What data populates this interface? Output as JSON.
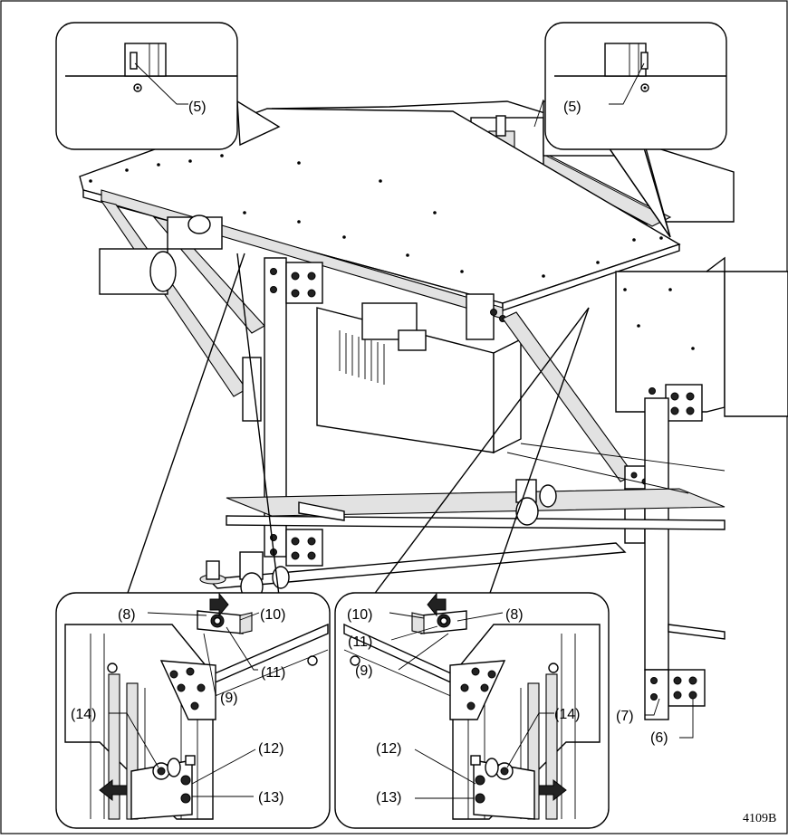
{
  "figure_code": "4109B",
  "callouts": [
    {
      "id": "c5-left",
      "text": "(5)"
    },
    {
      "id": "c5-right",
      "text": "(5)"
    },
    {
      "id": "c8-left",
      "text": "(8)"
    },
    {
      "id": "c10-left",
      "text": "(10)"
    },
    {
      "id": "c11-left",
      "text": "(11)"
    },
    {
      "id": "c9-left",
      "text": "(9)"
    },
    {
      "id": "c14-left",
      "text": "(14)"
    },
    {
      "id": "c12-left",
      "text": "(12)"
    },
    {
      "id": "c13-left",
      "text": "(13)"
    },
    {
      "id": "c10-right",
      "text": "(10)"
    },
    {
      "id": "c8-right",
      "text": "(8)"
    },
    {
      "id": "c11-right",
      "text": "(11)"
    },
    {
      "id": "c9-right",
      "text": "(9)"
    },
    {
      "id": "c14-right",
      "text": "(14)"
    },
    {
      "id": "c12-right",
      "text": "(12)"
    },
    {
      "id": "c13-right",
      "text": "(13)"
    },
    {
      "id": "c7",
      "text": "(7)"
    },
    {
      "id": "c6",
      "text": "(6)"
    }
  ]
}
